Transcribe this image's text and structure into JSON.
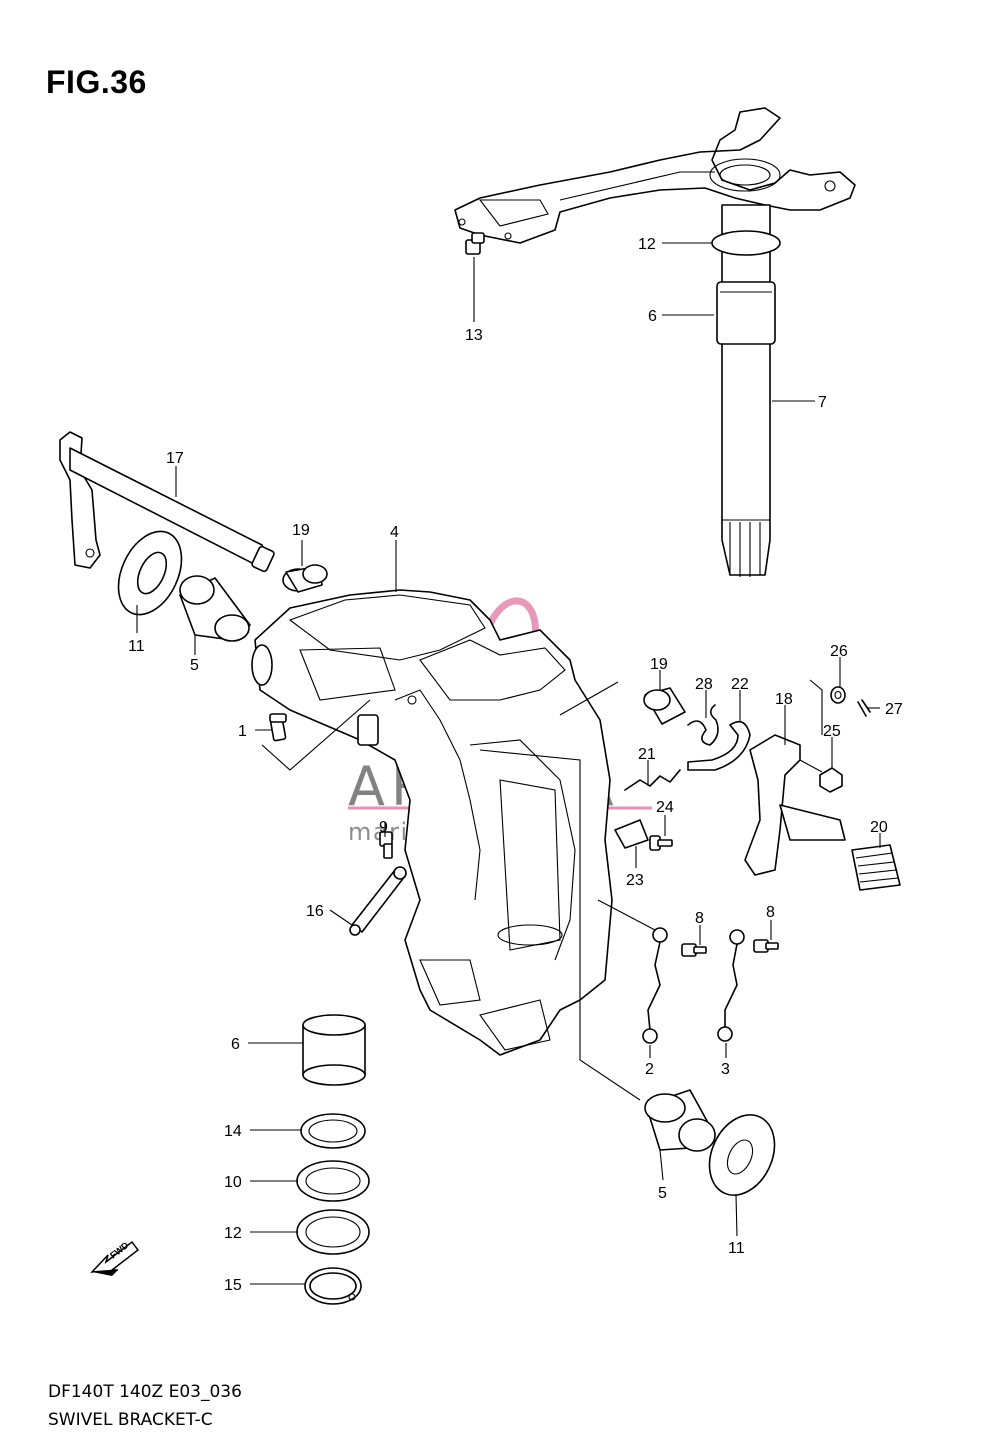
{
  "figure": {
    "title": "FIG.36",
    "model_code": "DF140T 140Z E03_036",
    "assembly_name": "SWIVEL BRACKET-C"
  },
  "watermark": {
    "brand": "ARMADA",
    "tagline": "marine outboards",
    "accent_color": "#e37fa8"
  },
  "fwd_label": "FWD",
  "callouts": [
    {
      "id": "c12a",
      "label": "12"
    },
    {
      "id": "c6a",
      "label": "6"
    },
    {
      "id": "c7",
      "label": "7"
    },
    {
      "id": "c13",
      "label": "13"
    },
    {
      "id": "c17",
      "label": "17"
    },
    {
      "id": "c19a",
      "label": "19"
    },
    {
      "id": "c4",
      "label": "4"
    },
    {
      "id": "c11a",
      "label": "11"
    },
    {
      "id": "c5a",
      "label": "5"
    },
    {
      "id": "c1",
      "label": "1"
    },
    {
      "id": "c9",
      "label": "9"
    },
    {
      "id": "c16",
      "label": "16"
    },
    {
      "id": "c19b",
      "label": "19"
    },
    {
      "id": "c28",
      "label": "28"
    },
    {
      "id": "c22",
      "label": "22"
    },
    {
      "id": "c18",
      "label": "18"
    },
    {
      "id": "c26",
      "label": "26"
    },
    {
      "id": "c27",
      "label": "27"
    },
    {
      "id": "c25",
      "label": "25"
    },
    {
      "id": "c21",
      "label": "21"
    },
    {
      "id": "c24",
      "label": "24"
    },
    {
      "id": "c23",
      "label": "23"
    },
    {
      "id": "c20",
      "label": "20"
    },
    {
      "id": "c8a",
      "label": "8"
    },
    {
      "id": "c8b",
      "label": "8"
    },
    {
      "id": "c2",
      "label": "2"
    },
    {
      "id": "c3",
      "label": "3"
    },
    {
      "id": "c6b",
      "label": "6"
    },
    {
      "id": "c14",
      "label": "14"
    },
    {
      "id": "c10",
      "label": "10"
    },
    {
      "id": "c12b",
      "label": "12"
    },
    {
      "id": "c15",
      "label": "15"
    },
    {
      "id": "c5b",
      "label": "5"
    },
    {
      "id": "c11b",
      "label": "11"
    }
  ]
}
